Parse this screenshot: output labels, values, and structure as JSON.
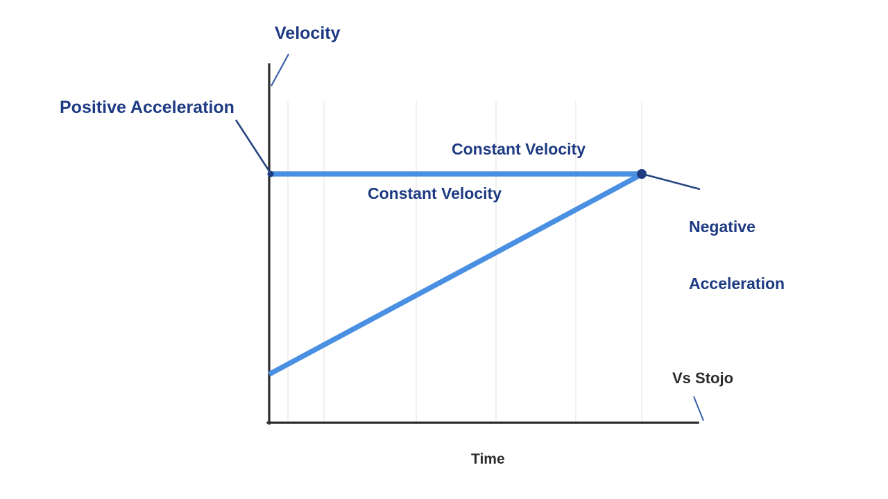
{
  "chart_data": {
    "type": "line",
    "title": "",
    "xlabel": "Time",
    "ylabel": "Velocity",
    "xlim": [
      0,
      1
    ],
    "ylim": [
      0,
      1
    ],
    "grid": true,
    "legend": false,
    "gridlines_x": [
      0.05,
      0.147,
      0.394,
      0.608,
      0.823,
      1.0
    ],
    "axis": {
      "x_axis_label": "Time",
      "y_axis_label": "Velocity",
      "origin": [
        388,
        610
      ],
      "x_axis_end": [
        1005,
        610
      ],
      "y_axis_top": [
        388,
        93
      ]
    },
    "series": [
      {
        "name": "Constant Velocity",
        "color": "#4a90e2",
        "style": "solid",
        "width": 7,
        "points": [
          [
            388,
            251
          ],
          [
            925,
            251
          ]
        ],
        "markers": [
          [
            388,
            251
          ],
          [
            925,
            251
          ]
        ]
      },
      {
        "name": "Positive Acceleration Ramp",
        "color": "#4a90e2",
        "style": "solid",
        "width": 7,
        "points": [
          [
            388,
            540
          ],
          [
            925,
            251
          ]
        ],
        "markers": [
          [
            925,
            251
          ]
        ]
      }
    ],
    "annotations": [
      {
        "id": "velocity",
        "text": "Velocity",
        "color": "#1d3a82",
        "leader_from": [
          415,
          80
        ],
        "leader_to": [
          392,
          122
        ]
      },
      {
        "id": "positive_acceleration",
        "text": "Positive Acceleration",
        "color": "#1d3a82",
        "leader_from": [
          341,
          174
        ],
        "leader_to": [
          389,
          249
        ]
      },
      {
        "id": "constant_velocity_top",
        "text": "Constant Velocity",
        "color": "#1d3a82",
        "leader_from": null,
        "leader_to": null
      },
      {
        "id": "constant_velocity_bot",
        "text": "Constant Velocity",
        "color": "#1d3a82",
        "leader_from": null,
        "leader_to": null
      },
      {
        "id": "negative_acceleration",
        "text": "Negative\nAcceleration",
        "color": "#1d3a82",
        "leader_from": [
          925,
          251
        ],
        "leader_to": [
          1007,
          272
        ]
      },
      {
        "id": "vs_slope",
        "text": "Vs Stojo",
        "color": "#2b2b2b",
        "leader_from": [
          1001,
          575
        ],
        "leader_to": [
          1013,
          606
        ]
      },
      {
        "id": "time",
        "text": "Time",
        "color": "#2b2b2b",
        "leader_from": null,
        "leader_to": null
      }
    ]
  },
  "labels": {
    "velocity": "Velocity",
    "positive_acceleration": "Positive Acceleration",
    "constant_velocity_top": "Constant Velocity",
    "constant_velocity_bottom": "Constant Velocity",
    "negative_acceleration_line1": "Negative",
    "negative_acceleration_line2": "Acceleration",
    "vs_slope": "Vs Stojo",
    "time": "Time"
  },
  "colors": {
    "line": "#4a90e2",
    "marker": "#1d3a82",
    "navy_text": "#1d3a82",
    "dark_text": "#2b2b2b",
    "axis": "#2b2b2b",
    "grid": "#ededed",
    "background": "#ffffff",
    "leader": "#3a5fa8"
  }
}
